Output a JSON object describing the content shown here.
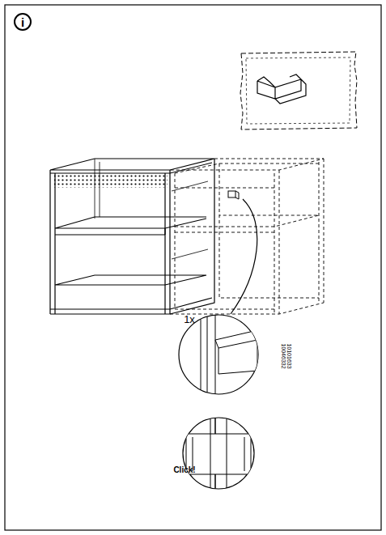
{
  "diagram": {
    "labels": [
      "i",
      "1x",
      "10046332",
      "10101633",
      "Click!"
    ]
  }
}
